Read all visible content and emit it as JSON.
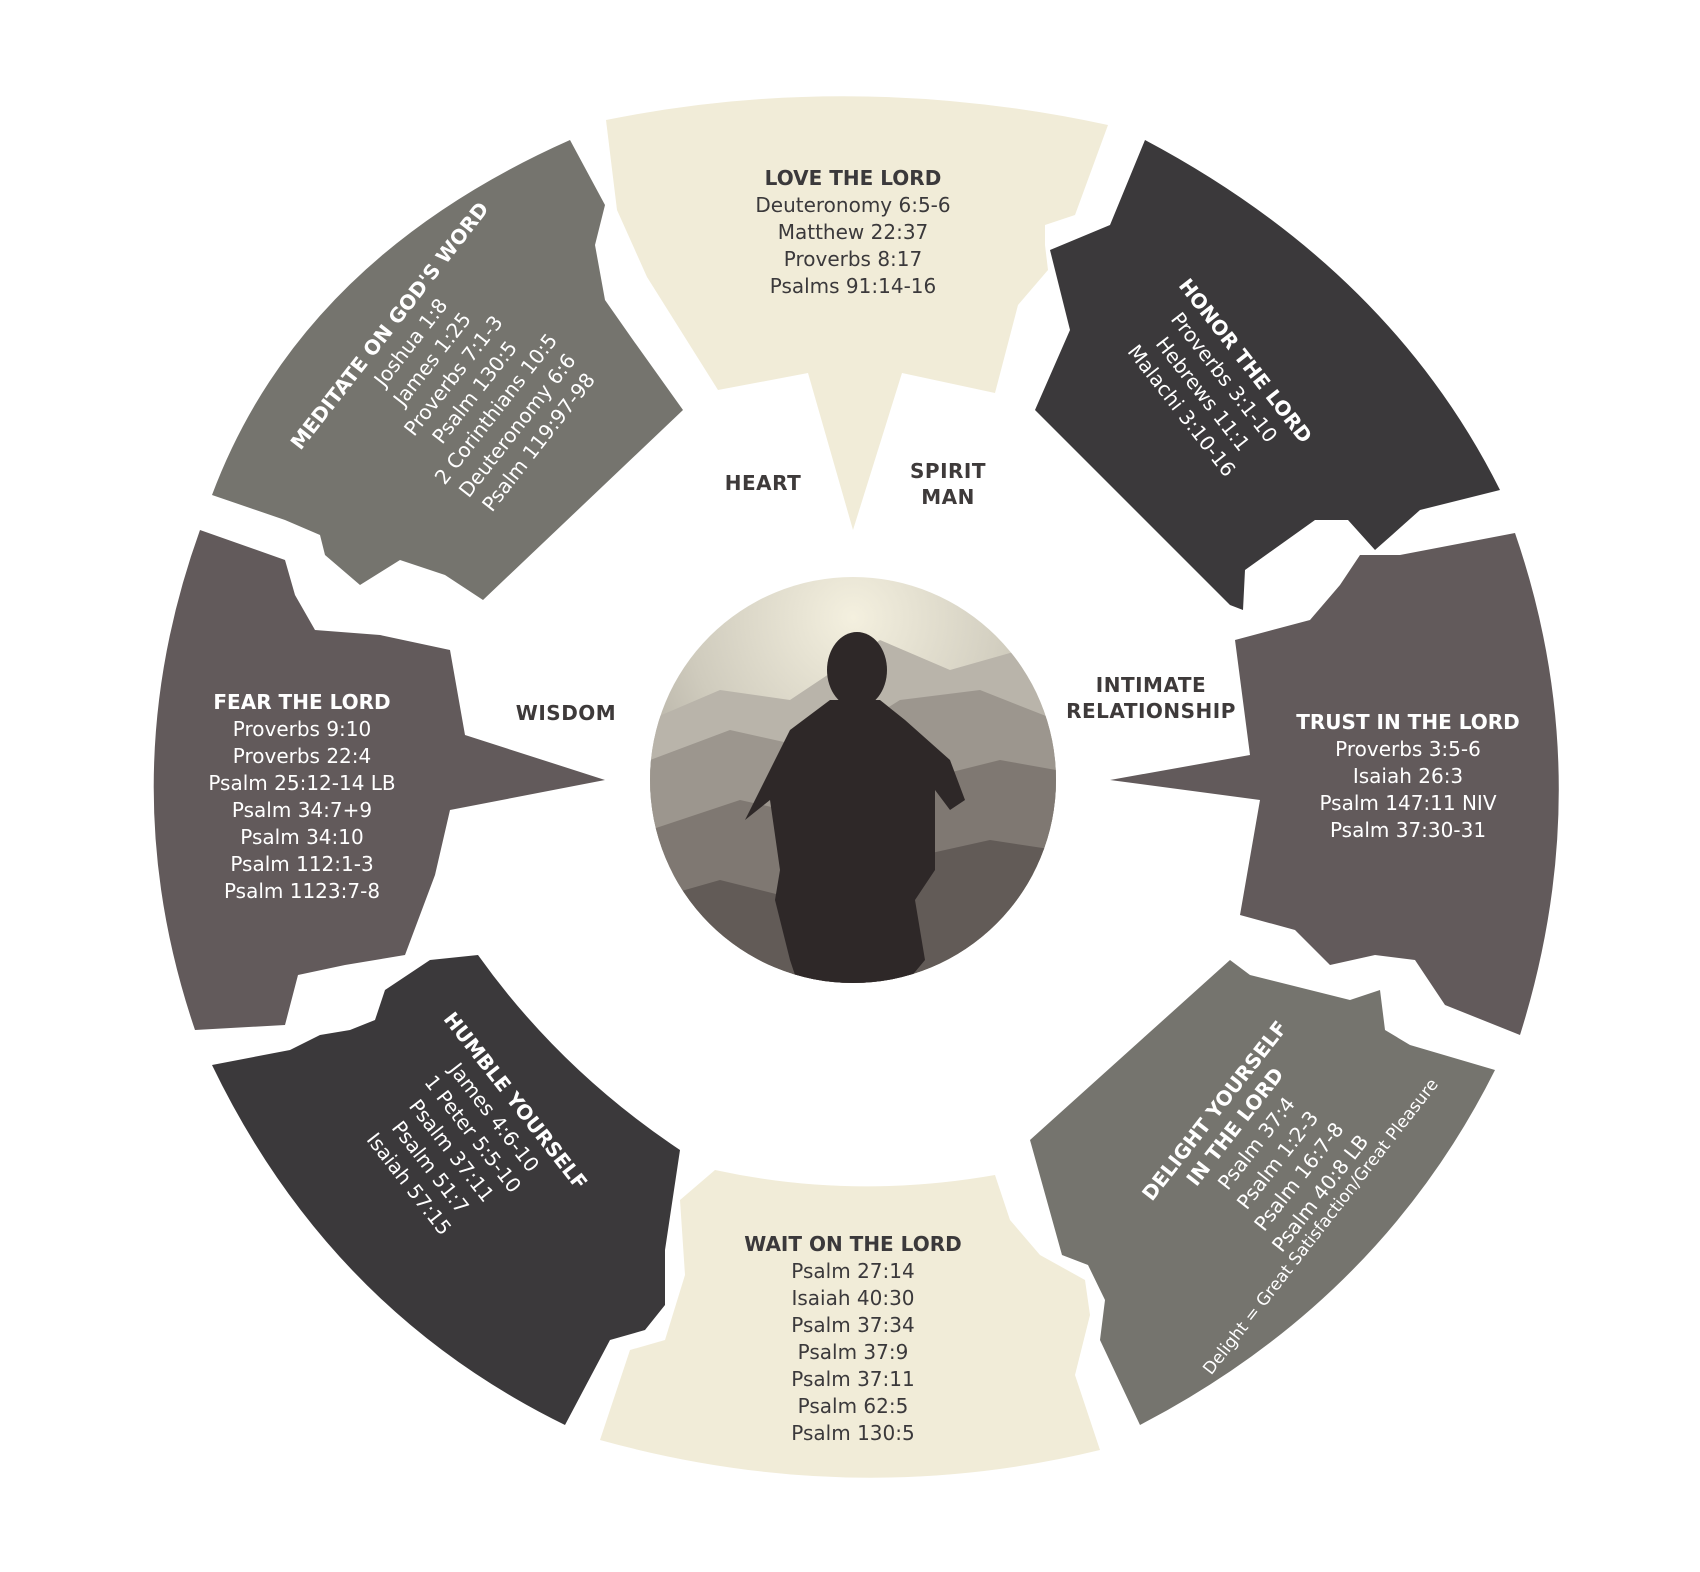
{
  "colors": {
    "cream": "#f1ecd8",
    "dark": "#3b393b",
    "medium": "#625a5b",
    "olive": "#75746e",
    "white": "#ffffff",
    "label": "#3e3a3a"
  },
  "center_labels": {
    "heart": "HEART",
    "spirit_line1": "SPIRIT",
    "spirit_line2": "MAN",
    "wisdom": "WISDOM",
    "intimate_line1": "INTIMATE",
    "intimate_line2": "RELATIONSHIP"
  },
  "segments": {
    "love": {
      "title": "LOVE THE LORD",
      "refs": [
        "Deuteronomy 6:5-6",
        "Matthew 22:37",
        "Proverbs 8:17",
        "Psalms 91:14-16"
      ]
    },
    "honor": {
      "title": "HONOR THE LORD",
      "refs": [
        "Proverbs 3:1-10",
        "Hebrews 11:1",
        "Malachi 3:10-16"
      ]
    },
    "trust": {
      "title": "TRUST IN THE LORD",
      "refs": [
        "Proverbs 3:5-6",
        "Isaiah 26:3",
        "Psalm 147:11 NIV",
        "Psalm 37:30-31"
      ]
    },
    "delight": {
      "title_line1": "DELIGHT YOURSELF",
      "title_line2": "IN THE LORD",
      "refs": [
        "Psalm 37:4",
        "Psalm 1:2-3",
        "Psalm 16:7-8",
        "Psalm 40:8 LB"
      ],
      "note": "Delight = Great Satisfaction/Great Pleasure"
    },
    "wait": {
      "title": "WAIT ON THE LORD",
      "refs": [
        "Psalm 27:14",
        "Isaiah 40:30",
        "Psalm 37:34",
        "Psalm 37:9",
        "Psalm 37:11",
        "Psalm 62:5",
        "Psalm 130:5"
      ]
    },
    "humble": {
      "title": "HUMBLE YOURSELF",
      "refs": [
        "James 4:6-10",
        "1 Peter 5:5-10",
        "Psalm 37:11",
        "Psalm 51:7",
        "Isaiah 57:15"
      ]
    },
    "fear": {
      "title": "FEAR THE LORD",
      "refs": [
        "Proverbs 9:10",
        "Proverbs 22:4",
        "Psalm 25:12-14 LB",
        "Psalm 34:7+9",
        "Psalm 34:10",
        "Psalm 112:1-3",
        "Psalm 1123:7-8"
      ]
    },
    "meditate": {
      "title": "MEDITATE ON GOD'S WORD",
      "refs": [
        "Joshua 1:8",
        "James 1:25",
        "Proverbs 7:1-3",
        "Psalm 130:5",
        "2 Corinthians 10:5",
        "Deuteronomy 6:6",
        "Psalm 119:97-98"
      ]
    }
  }
}
